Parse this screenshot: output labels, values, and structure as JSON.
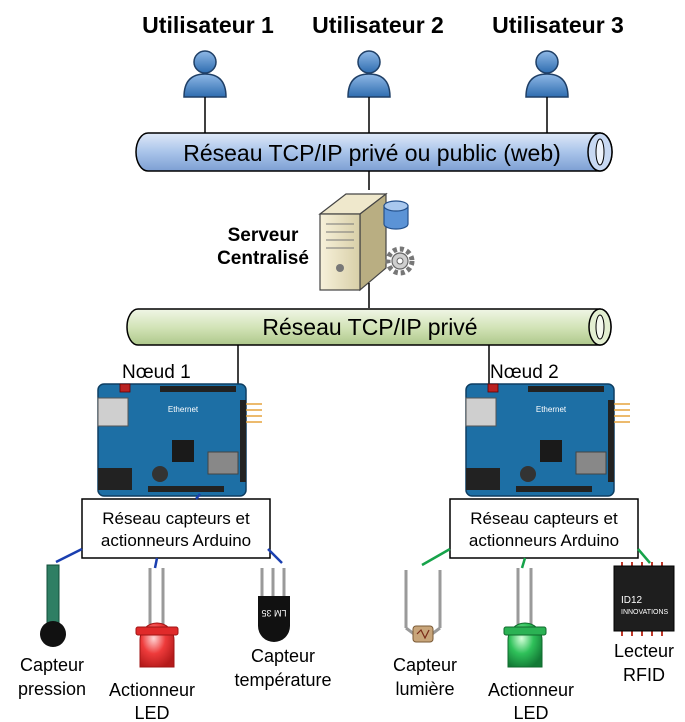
{
  "users": [
    {
      "label": "Utilisateur 1"
    },
    {
      "label": "Utilisateur 2"
    },
    {
      "label": "Utilisateur 3"
    }
  ],
  "public_network": {
    "label": "Réseau TCP/IP privé ou public (web)"
  },
  "server": {
    "line1": "Serveur",
    "line2": "Centralisé"
  },
  "private_network": {
    "label": "Réseau TCP/IP privé"
  },
  "nodes": [
    {
      "label": "Nœud 1",
      "board_text": "Ethernet",
      "network_line1": "Réseau capteurs et",
      "network_line2": "actionneurs Arduino"
    },
    {
      "label": "Nœud 2",
      "board_text": "Ethernet",
      "network_line1": "Réseau capteurs et",
      "network_line2": "actionneurs Arduino"
    }
  ],
  "devices": {
    "pressure": {
      "line1": "Capteur",
      "line2": "pression"
    },
    "led1": {
      "line1": "Actionneur",
      "line2": "LED"
    },
    "temperature": {
      "line1": "Capteur",
      "line2": "température",
      "chip_text": "LM 35"
    },
    "light": {
      "line1": "Capteur",
      "line2": "lumière"
    },
    "led2": {
      "line1": "Actionneur",
      "line2": "LED"
    },
    "rfid": {
      "line1": "Lecteur",
      "line2": "RFID",
      "chip_line1": "ID12",
      "chip_line2": "INNOVATIONS"
    }
  },
  "colors": {
    "public_network": "#a9c4ea",
    "private_network": "#d3e4b8",
    "arduino_board": "#1d6fa5",
    "user_icon": "#4f8fcf",
    "led_red": "#ee3b3b",
    "led_green": "#2fc15a",
    "wire_blue": "#1a3fb0",
    "wire_green": "#16a34a"
  }
}
